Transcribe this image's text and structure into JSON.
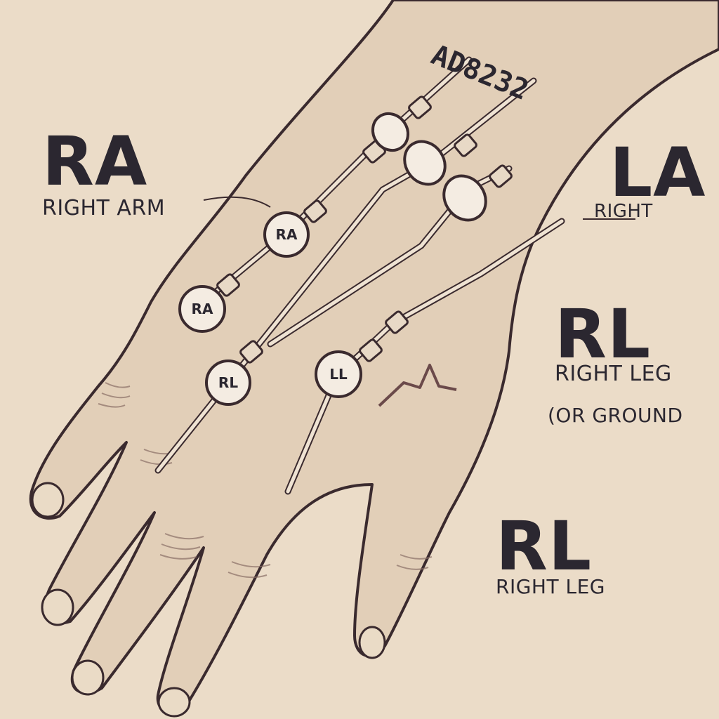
{
  "device": {
    "name": "AD8232"
  },
  "labels": {
    "ra": {
      "code": "RA",
      "name": "RIGHT ARM"
    },
    "la": {
      "code": "LA",
      "name": "RIGHT"
    },
    "rl_upper": {
      "code": "RL",
      "name": "RIGHT LEG",
      "note": "(OR GROUND"
    },
    "rl_lower": {
      "code": "RL",
      "name": "RIGHT LEG"
    }
  },
  "electrodes": [
    {
      "id": "ra-top",
      "label": "RA"
    },
    {
      "id": "ra-bottom",
      "label": "RA"
    },
    {
      "id": "rl-pad",
      "label": "RL"
    },
    {
      "id": "ll-pad",
      "label": "LL"
    },
    {
      "id": "blank-1",
      "label": ""
    },
    {
      "id": "blank-2",
      "label": ""
    },
    {
      "id": "blank-3",
      "label": ""
    }
  ],
  "colors": {
    "background": "#ebdcc8",
    "skin": "#e2cfb8",
    "outline": "#3a2a2e",
    "wire": "#efe3d3",
    "text": "#2b2730"
  }
}
